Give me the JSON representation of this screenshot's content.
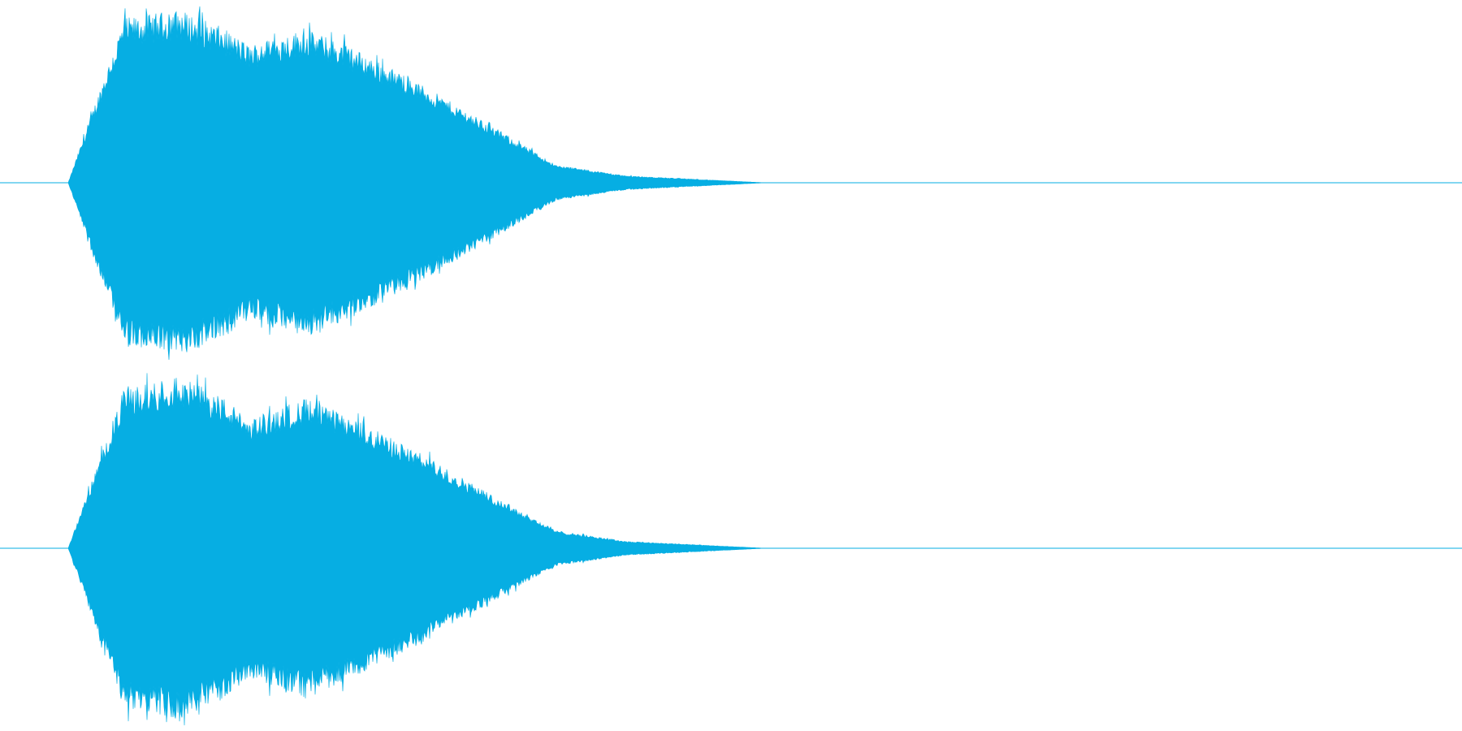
{
  "colors": {
    "background": "#ffffff",
    "waveform": "#06aee3"
  },
  "chart_data": {
    "type": "area",
    "description_type": "stereo-waveform",
    "channels": [
      {
        "name": "",
        "envelope": {
          "time_fraction": [
            0.0,
            0.04,
            0.08,
            0.11,
            0.13,
            0.17,
            0.2,
            0.25,
            0.3,
            0.35,
            0.4,
            0.45,
            0.5,
            1.0
          ],
          "amplitude": [
            0.0,
            0.93,
            0.98,
            0.88,
            0.78,
            0.87,
            0.78,
            0.57,
            0.34,
            0.1,
            0.04,
            0.02,
            0.0,
            0.0
          ]
        }
      },
      {
        "name": "",
        "envelope": {
          "time_fraction": [
            0.0,
            0.04,
            0.08,
            0.11,
            0.13,
            0.17,
            0.2,
            0.25,
            0.3,
            0.35,
            0.4,
            0.45,
            0.5,
            1.0
          ],
          "amplitude": [
            0.0,
            0.9,
            0.97,
            0.86,
            0.73,
            0.85,
            0.75,
            0.55,
            0.32,
            0.1,
            0.04,
            0.02,
            0.0,
            0.0
          ]
        }
      }
    ],
    "ylim": [
      -1,
      1
    ],
    "grid": false,
    "legend": "none"
  }
}
